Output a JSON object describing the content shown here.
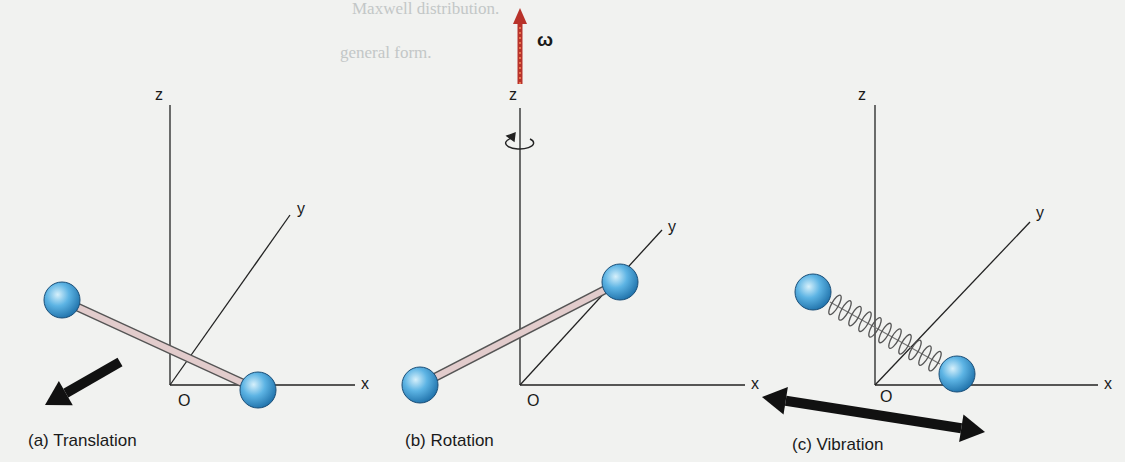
{
  "diagram": {
    "labels": [
      "Maxwell distribution.",
      "general form.",
      "z",
      "y",
      "x",
      "O",
      "ω",
      "z",
      "y",
      "x",
      "O",
      "z",
      "y",
      "x",
      "O",
      "(a) Translation",
      "(b) Rotation",
      "(c) Vibration"
    ]
  }
}
